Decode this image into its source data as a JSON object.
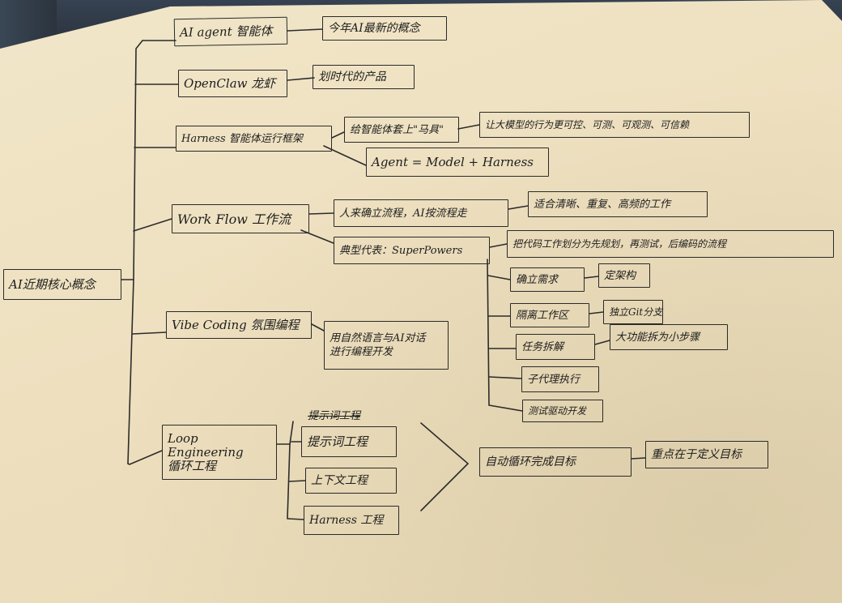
{
  "root": "AI近期核心概念",
  "branches": {
    "agent": {
      "label": "AI agent 智能体",
      "note": "今年AI最新的概念"
    },
    "openclaw": {
      "label": "OpenClaw 龙虾",
      "note": "划时代的产品"
    },
    "harness": {
      "label": "Harness 智能体运行框架",
      "metaphor": "给智能体套上\"马具\"",
      "goal": "让大模型的行为更可控、可测、可观测、可信赖",
      "formula": "Agent = Model + Harness"
    },
    "workflow": {
      "label": "Work Flow 工作流",
      "desc": "人来确立流程，AI按流程走",
      "fit": "适合清晰、重复、高频的工作",
      "example": "典型代表：SuperPowers",
      "example_desc": "把代码工作划分为先规划，再测试，后编码的流程",
      "steps": [
        {
          "label": "确立需求",
          "note": "定架构"
        },
        {
          "label": "隔离工作区",
          "note": "独立Git分支"
        },
        {
          "label": "任务拆解",
          "note": "大功能拆为小步骤"
        },
        {
          "label": "子代理执行"
        },
        {
          "label": "测试驱动开发"
        }
      ]
    },
    "vibe": {
      "label": "Vibe Coding 氛围编程",
      "desc_line1": "用自然语言与AI对话",
      "desc_line2": "进行编程开发"
    },
    "loop": {
      "label_line1": "Loop Engineering",
      "label_line2": "循环工程",
      "crossed": "提示词工程",
      "items": [
        "提示词工程",
        "上下文工程",
        "Harness 工程"
      ],
      "result": "自动循环完成目标",
      "focus": "重点在于定义目标"
    }
  }
}
